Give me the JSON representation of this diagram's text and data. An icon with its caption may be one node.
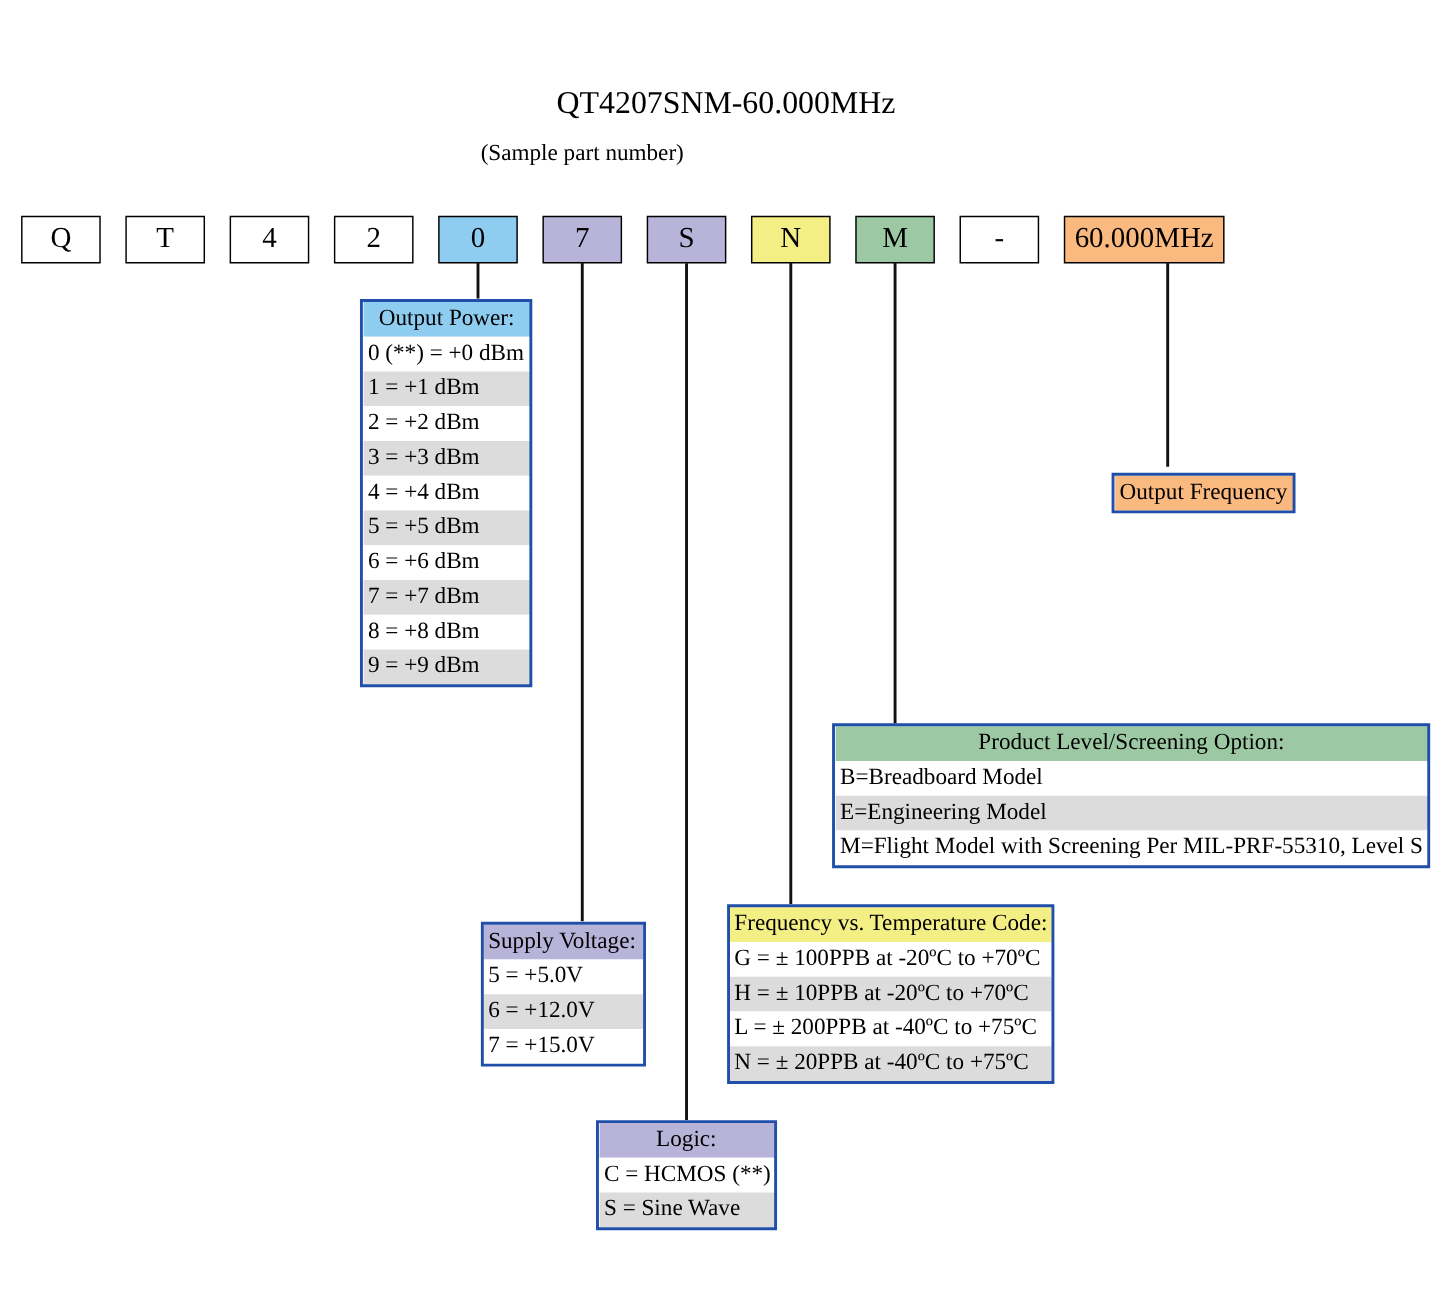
{
  "diagram": {
    "title": "QT4207SNM-60.000MHz",
    "nodes": [
      {
        "text": [
          "Q"
        ]
      },
      {
        "text": [
          "T"
        ]
      },
      {
        "text": [
          "4"
        ]
      },
      {
        "text": [
          "2"
        ]
      },
      {
        "text": [
          "0"
        ]
      },
      {
        "text": [
          "7"
        ]
      },
      {
        "text": [
          "S"
        ]
      },
      {
        "text": [
          "N"
        ]
      },
      {
        "text": [
          "M"
        ]
      },
      {
        "text": [
          "-"
        ]
      },
      {
        "text": [
          "60.000MHz"
        ]
      },
      {
        "text": [
          "Output Power:",
          "0 (**) = +0 dBm",
          "1 = +1 dBm",
          "2 = +2 dBm",
          "3 = +3 dBm",
          "4 = +4 dBm",
          "5 = +5 dBm",
          "6 = +6 dBm",
          "7 = +7 dBm",
          "8 = +8 dBm",
          "9 = +9 dBm"
        ]
      },
      {
        "text": [
          "Supply Voltage:",
          "5 = +5.0V",
          "6 = +12.0V",
          "7 = +15.0V"
        ]
      },
      {
        "text": [
          "Logic:",
          "C = HCMOS (**)",
          "S = Sine Wave"
        ]
      },
      {
        "text": [
          "Output Frequency"
        ]
      },
      {
        "text": [
          "Product Level/Screening Option:",
          "B=Breadboard Model",
          "E=Engineering Model",
          "M=Flight Model with Screening Per MIL-PRF-55310, Level S"
        ]
      },
      {
        "text": [
          "Frequency vs. Temperature Code:",
          "G = ± 100PPB at -20ºC to +70ºC",
          "H = ± 10PPB at -20ºC to +70ºC",
          "L = ± 200PPB at -40ºC to +75ºC",
          "N = ± 20PPB at -40ºC to +75ºC"
        ]
      }
    ],
    "edges": [
      {
        "from": 4,
        "to": 11,
        "arrow": "none"
      },
      {
        "from": 5,
        "to": 12,
        "arrow": "none"
      },
      {
        "from": 6,
        "to": 13,
        "arrow": "none"
      },
      {
        "from": 7,
        "to": 16,
        "arrow": "none"
      },
      {
        "from": 8,
        "to": 15,
        "arrow": "none"
      },
      {
        "from": 10,
        "to": 14,
        "arrow": "none"
      }
    ],
    "labels": [
      "(Sample part number)"
    ]
  }
}
